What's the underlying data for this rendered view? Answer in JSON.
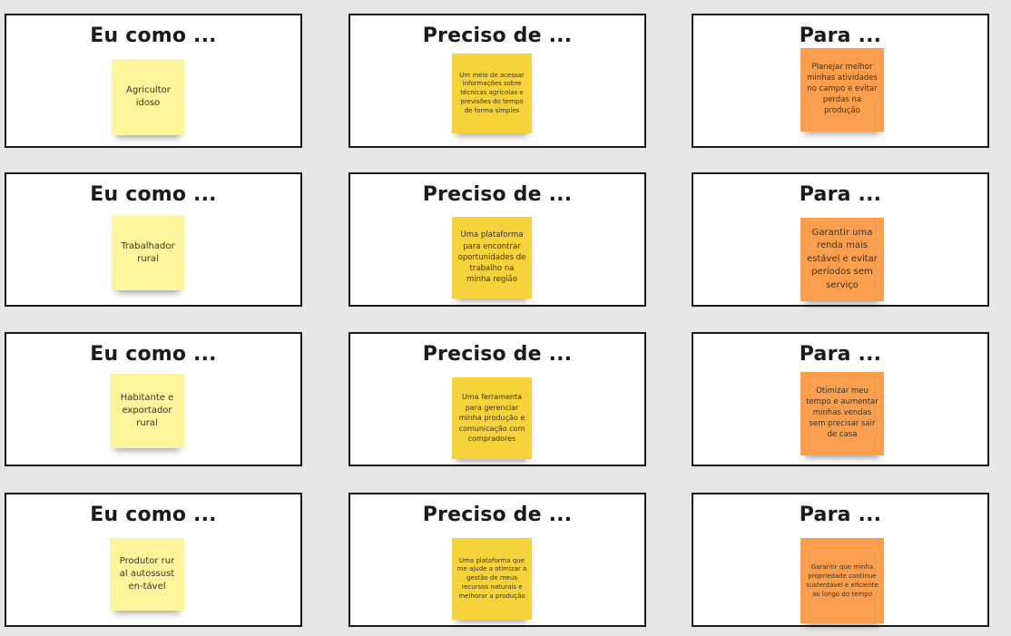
{
  "colors": {
    "canvas_background": "#e6e6e6",
    "frame_border": "#1a1a1a",
    "sticky_light_yellow": "#fdf59b",
    "sticky_yellow": "#f6d33b",
    "sticky_orange": "#fb9f4e"
  },
  "rows": [
    {
      "eu_como": {
        "title": "Eu como ...",
        "note": "Agricultor idoso"
      },
      "preciso_de": {
        "title": "Preciso de ...",
        "note": "Um meio de acessar informações sobre técnicas agrícolas e previsões do tempo de forma simples"
      },
      "para": {
        "title": "Para ...",
        "note": "Planejar melhor minhas atividades no campo e evitar perdas na produção"
      }
    },
    {
      "eu_como": {
        "title": "Eu como ...",
        "note": "Trabalhador rural"
      },
      "preciso_de": {
        "title": "Preciso de ...",
        "note": "Uma plataforma para encontrar oportunidades de trabalho na minha região"
      },
      "para": {
        "title": "Para ...",
        "note": "Garantir uma renda mais estável e evitar períodos sem serviço"
      }
    },
    {
      "eu_como": {
        "title": "Eu como ...",
        "note": "Habitante e exportador rural"
      },
      "preciso_de": {
        "title": "Preciso de ...",
        "note": "Uma ferramenta para gerenciar minha produção e comunicação com compradores"
      },
      "para": {
        "title": "Para ...",
        "note": "Otimizar meu tempo e aumentar minhas vendas sem precisar sair de casa"
      }
    },
    {
      "eu_como": {
        "title": "Eu como ...",
        "note": "Produtor rural autossusten-tável"
      },
      "preciso_de": {
        "title": "Preciso de ...",
        "note": "Uma plataforma que me ajude a otimizar a gestão de meus recursos naturais e melhorar a produção"
      },
      "para": {
        "title": "Para ...",
        "note": "Garantir que minha propriedade continue sustentável e eficiente ao longo do tempo"
      }
    }
  ]
}
